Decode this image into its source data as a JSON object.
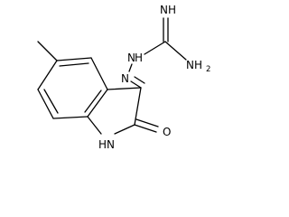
{
  "structure": {
    "atom_labels": {
      "imine": "NH",
      "hydrazone_nh": "N",
      "hydrazone_nh_h": "H",
      "hydrazone_n": "N",
      "amine_n": "NH",
      "amine_sub": "2",
      "ring_nh": "HN",
      "carbonyl_o": "O"
    }
  }
}
